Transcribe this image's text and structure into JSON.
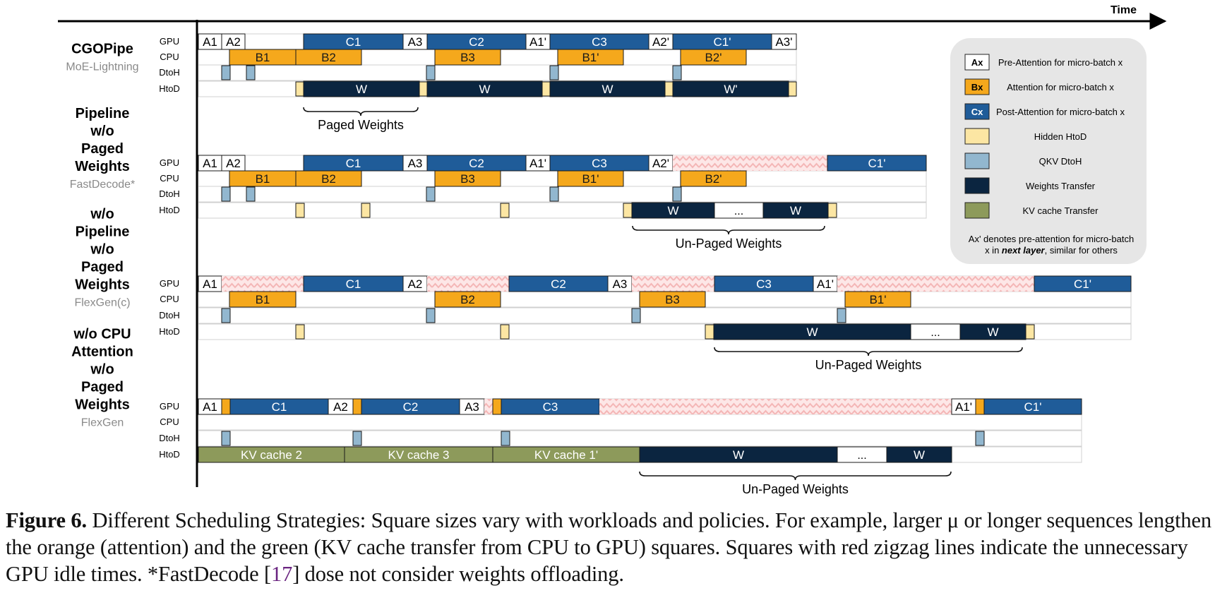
{
  "figure": {
    "time_label": "Time",
    "lane_labels": [
      "GPU",
      "CPU",
      "DtoH",
      "HtoD"
    ],
    "strategies": [
      {
        "title_lines": [
          "CGOPipe"
        ],
        "system": "MoE-Lightning",
        "brace_label": "Paged Weights"
      },
      {
        "title_lines": [
          "Pipeline",
          "w/o",
          "Paged",
          "Weights"
        ],
        "system": "FastDecode*",
        "brace_label": "Un-Paged Weights"
      },
      {
        "title_lines": [
          "w/o",
          "Pipeline",
          "w/o",
          "Paged",
          "Weights"
        ],
        "system": "FlexGen(c)",
        "brace_label": "Un-Paged Weights"
      },
      {
        "title_lines": [
          "w/o CPU",
          "Attention",
          "w/o",
          "Paged",
          "Weights"
        ],
        "system": "FlexGen",
        "brace_label": "Un-Paged Weights"
      }
    ],
    "legend": {
      "items": [
        {
          "swatch_text": "Ax",
          "label": "Pre-Attention for micro-batch x",
          "color": "#ffffff"
        },
        {
          "swatch_text": "Bx",
          "label": "Attention for micro-batch x",
          "color": "#f5a81c"
        },
        {
          "swatch_text": "Cx",
          "label": "Post-Attention for micro-batch x",
          "color": "#1f5c99"
        },
        {
          "swatch_text": "",
          "label": "Hidden HtoD",
          "color": "#fce6a3"
        },
        {
          "swatch_text": "",
          "label": "QKV DtoH",
          "color": "#92b7cf"
        },
        {
          "swatch_text": "",
          "label": "Weights Transfer",
          "color": "#0b2540"
        },
        {
          "swatch_text": "",
          "label": "KV cache Transfer",
          "color": "#8d9a5b"
        }
      ],
      "note_line1": "Ax' denotes pre-attention for micro-batch",
      "note_line2_pre": "x in ",
      "note_line2_em": "next layer",
      "note_line2_post": ", similar for others"
    },
    "colors": {
      "pre_attention": "#ffffff",
      "attention": "#f5a81c",
      "post_attention": "#1f5c99",
      "hidden_htod": "#fce6a3",
      "qkv_dtoh": "#92b7cf",
      "weights": "#0b2540",
      "kv_cache": "#8d9a5b",
      "idle_zigzag": "#f6b8b8"
    }
  },
  "caption": {
    "label": "Figure 6.",
    "text_before_cite": " Different Scheduling Strategies: Square sizes vary with workloads and policies. For example, larger μ or longer sequences lengthen the orange (attention) and the green (KV cache transfer from CPU to GPU) squares. Squares with red zigzag lines indicate the unnecessary GPU idle times. *FastDecode [",
    "cite": "17",
    "text_after_cite": "] dose not consider weights offloading."
  }
}
